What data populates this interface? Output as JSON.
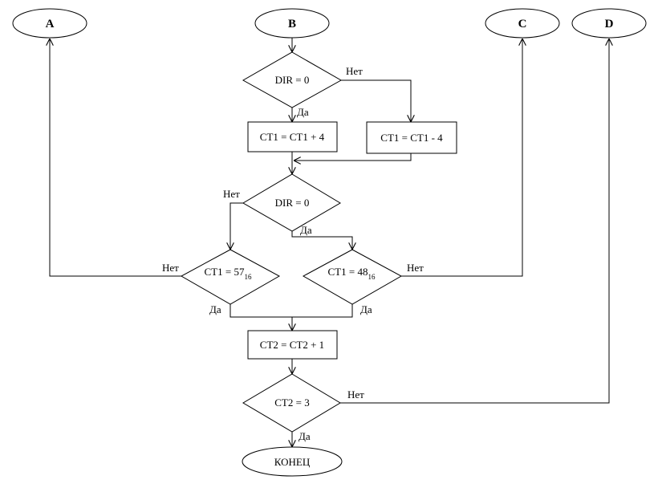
{
  "connectors": {
    "a": "A",
    "b": "B",
    "c": "C",
    "d": "D"
  },
  "decisions": {
    "dir1": "DIR = 0",
    "dir2": "DIR = 0",
    "ct1_57_base": "CT1 = 57",
    "ct1_57_sub": "16",
    "ct1_48_base": "CT1 = 48",
    "ct1_48_sub": "16",
    "ct2_3": "CT2 = 3"
  },
  "processes": {
    "ct1_plus": "CT1 = CT1 + 4",
    "ct1_minus": "CT1 = CT1 - 4",
    "ct2_plus": "CT2 = CT2 + 1"
  },
  "terminal": {
    "end": "КОНЕЦ"
  },
  "labels": {
    "dir1_no": "Нет",
    "dir1_yes": "Да",
    "dir2_no": "Нет",
    "dir2_yes": "Да",
    "ct57_no": "Нет",
    "ct57_yes": "Да",
    "ct48_no": "Нет",
    "ct48_yes": "Да",
    "ct2_no": "Нет",
    "ct2_yes": "Да"
  }
}
